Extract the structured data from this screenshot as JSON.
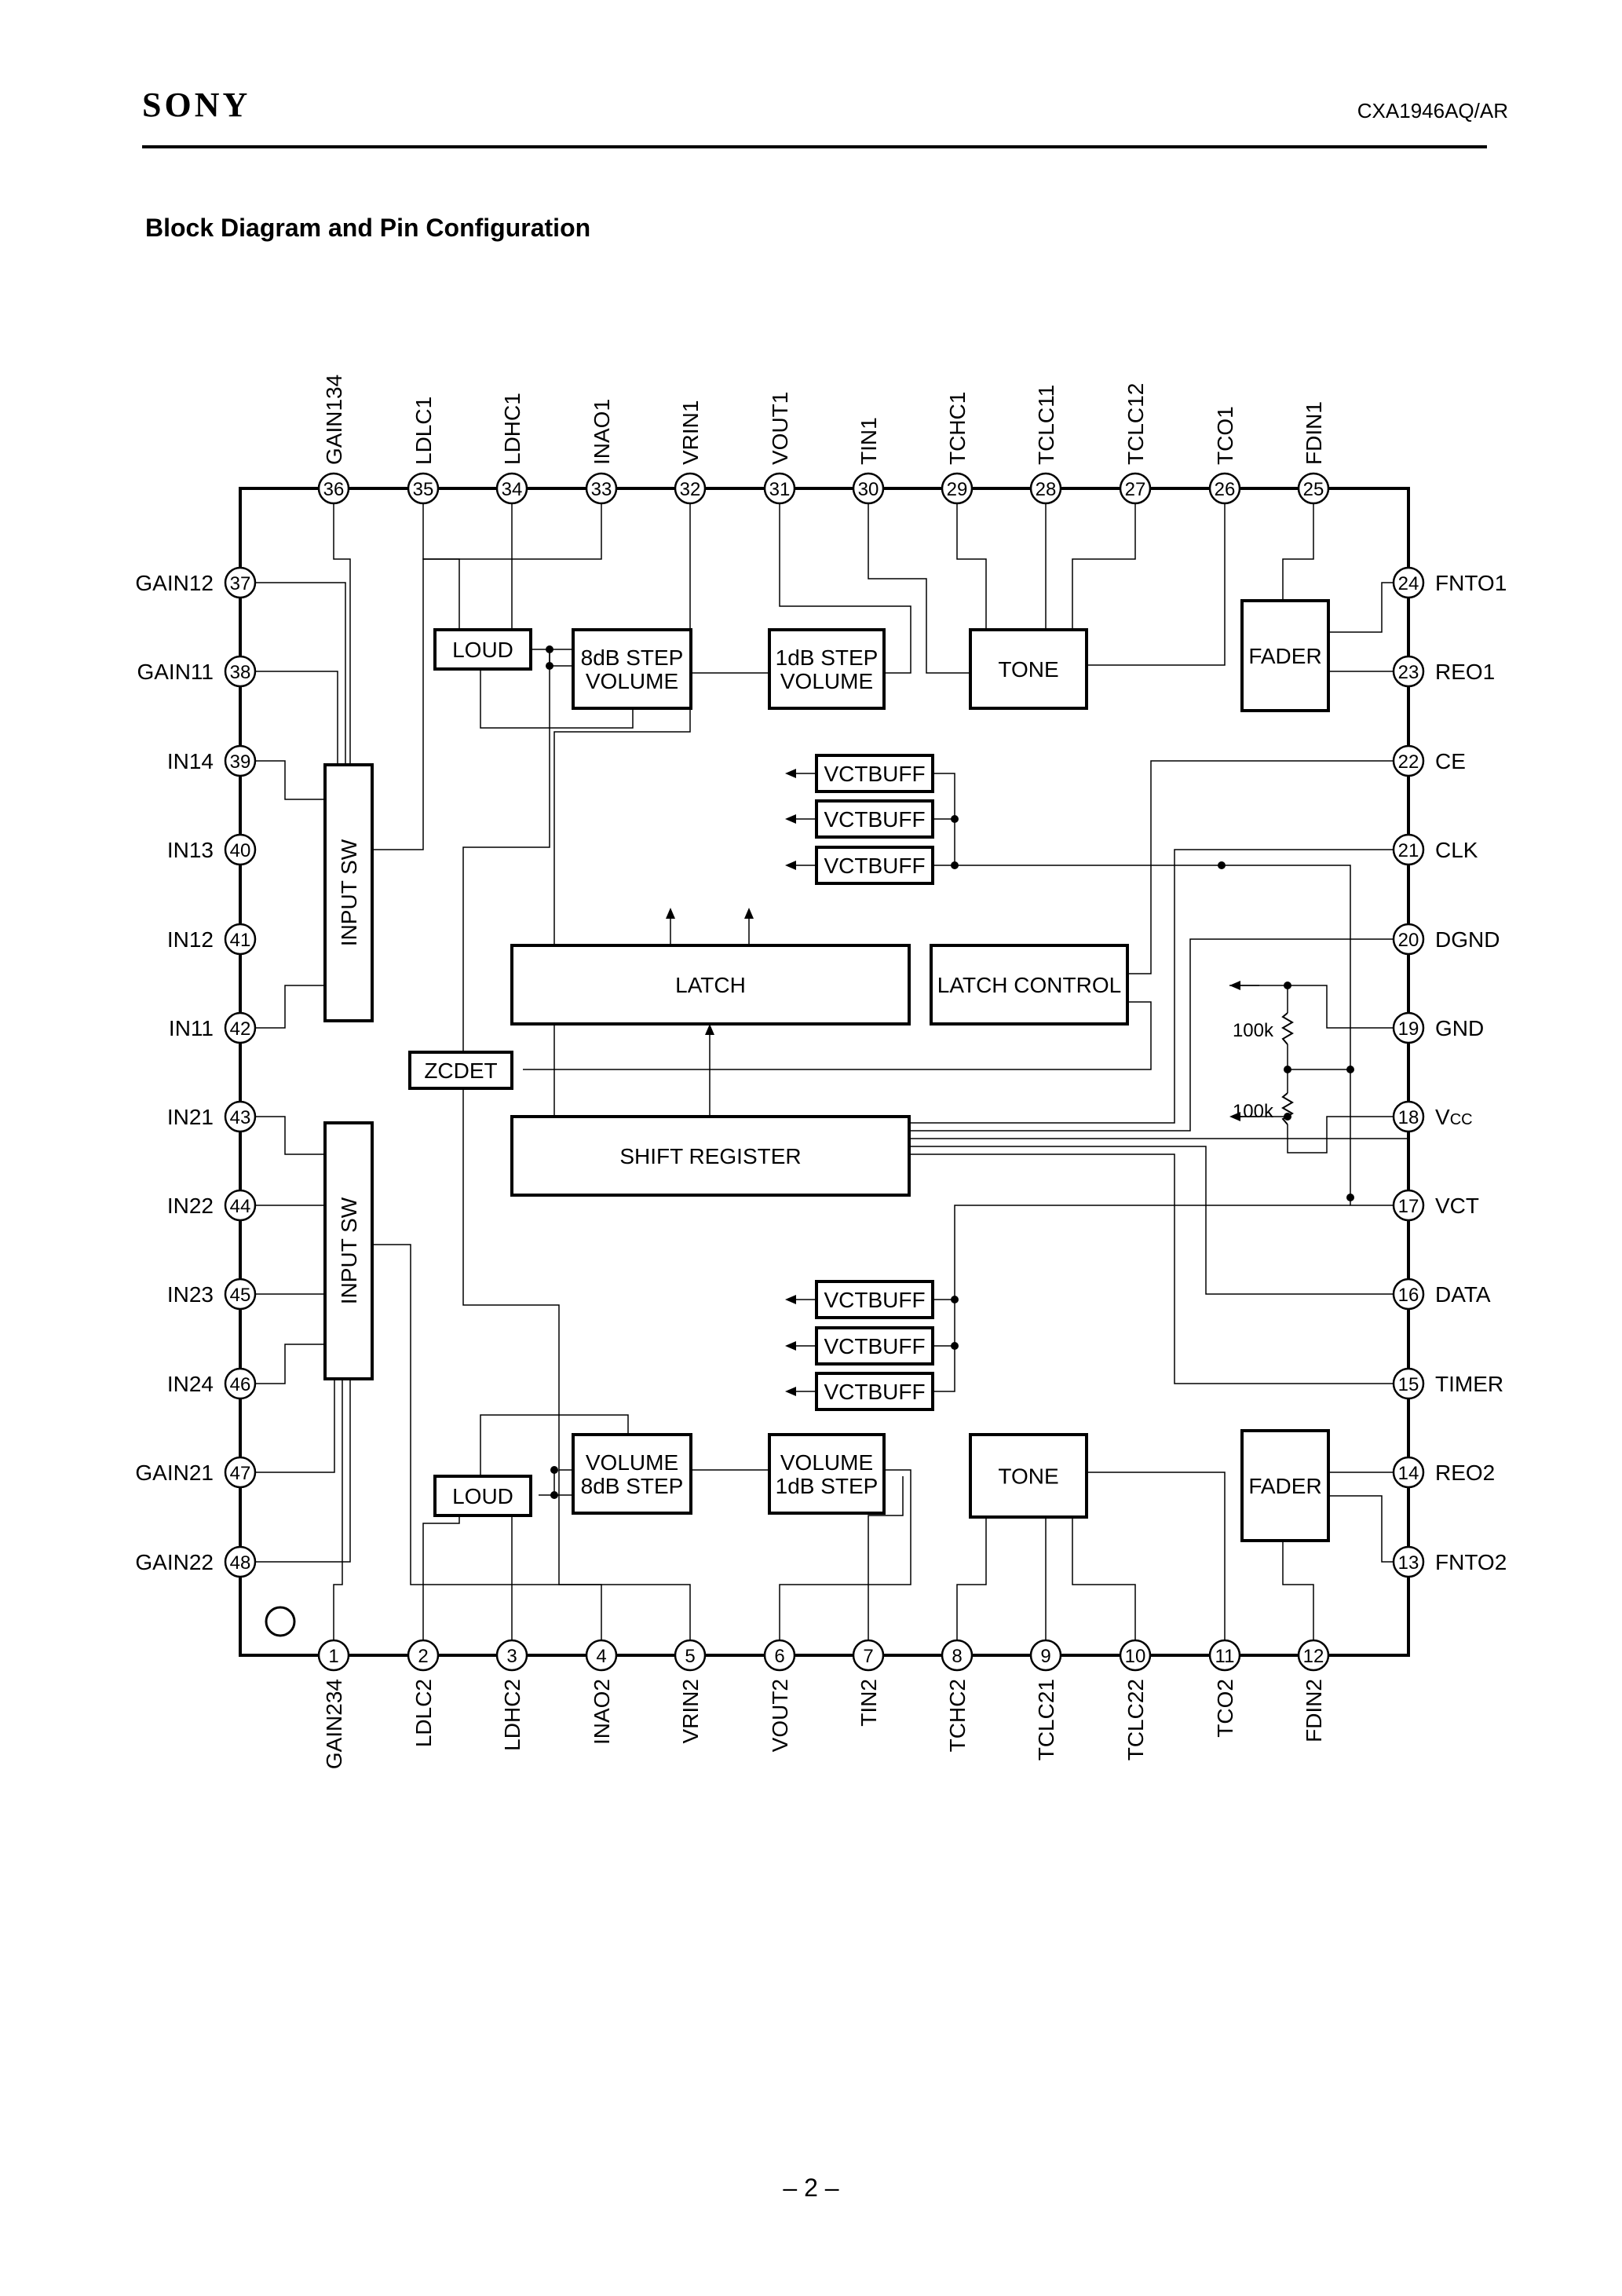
{
  "header": {
    "brand": "SONY",
    "part_number": "CXA1946AQ/AR"
  },
  "title": "Block Diagram and Pin Configuration",
  "page_number": "– 2 –",
  "pins": {
    "top": [
      {
        "num": "36",
        "name": "GAIN134"
      },
      {
        "num": "35",
        "name": "LDLC1"
      },
      {
        "num": "34",
        "name": "LDHC1"
      },
      {
        "num": "33",
        "name": "INAO1"
      },
      {
        "num": "32",
        "name": "VRIN1"
      },
      {
        "num": "31",
        "name": "VOUT1"
      },
      {
        "num": "30",
        "name": "TIN1"
      },
      {
        "num": "29",
        "name": "TCHC1"
      },
      {
        "num": "28",
        "name": "TCLC11"
      },
      {
        "num": "27",
        "name": "TCLC12"
      },
      {
        "num": "26",
        "name": "TCO1"
      },
      {
        "num": "25",
        "name": "FDIN1"
      }
    ],
    "bottom": [
      {
        "num": "1",
        "name": "GAIN234"
      },
      {
        "num": "2",
        "name": "LDLC2"
      },
      {
        "num": "3",
        "name": "LDHC2"
      },
      {
        "num": "4",
        "name": "INAO2"
      },
      {
        "num": "5",
        "name": "VRIN2"
      },
      {
        "num": "6",
        "name": "VOUT2"
      },
      {
        "num": "7",
        "name": "TIN2"
      },
      {
        "num": "8",
        "name": "TCHC2"
      },
      {
        "num": "9",
        "name": "TCLC21"
      },
      {
        "num": "10",
        "name": "TCLC22"
      },
      {
        "num": "11",
        "name": "TCO2"
      },
      {
        "num": "12",
        "name": "FDIN2"
      }
    ],
    "left": [
      {
        "num": "37",
        "name": "GAIN12"
      },
      {
        "num": "38",
        "name": "GAIN11"
      },
      {
        "num": "39",
        "name": "IN14"
      },
      {
        "num": "40",
        "name": "IN13"
      },
      {
        "num": "41",
        "name": "IN12"
      },
      {
        "num": "42",
        "name": "IN11"
      },
      {
        "num": "43",
        "name": "IN21"
      },
      {
        "num": "44",
        "name": "IN22"
      },
      {
        "num": "45",
        "name": "IN23"
      },
      {
        "num": "46",
        "name": "IN24"
      },
      {
        "num": "47",
        "name": "GAIN21"
      },
      {
        "num": "48",
        "name": "GAIN22"
      }
    ],
    "right": [
      {
        "num": "24",
        "name": "FNTO1"
      },
      {
        "num": "23",
        "name": "REO1"
      },
      {
        "num": "22",
        "name": "CE"
      },
      {
        "num": "21",
        "name": "CLK"
      },
      {
        "num": "20",
        "name": "DGND"
      },
      {
        "num": "19",
        "name": "GND"
      },
      {
        "num": "18",
        "name": "VCC"
      },
      {
        "num": "17",
        "name": "VCT"
      },
      {
        "num": "16",
        "name": "DATA"
      },
      {
        "num": "15",
        "name": "TIMER"
      },
      {
        "num": "14",
        "name": "REO2"
      },
      {
        "num": "13",
        "name": "FNTO2"
      }
    ]
  },
  "blocks": {
    "loud": "LOUD",
    "step8_l1": "8dB STEP",
    "step8_l2": "VOLUME",
    "step1_l1": "1dB STEP",
    "step1_l2": "VOLUME",
    "tone": "TONE",
    "fader": "FADER",
    "vctbuff": "VCTBUFF",
    "input_sw": "INPUT SW",
    "latch": "LATCH",
    "latch_control": "LATCH CONTROL",
    "zcdet": "ZCDET",
    "shift_register": "SHIFT REGISTER",
    "vol_l1": "VOLUME",
    "vol8_l2": "8dB STEP",
    "vol1_l2": "1dB STEP"
  },
  "resistors": {
    "r1": "100k",
    "r2": "100k"
  }
}
